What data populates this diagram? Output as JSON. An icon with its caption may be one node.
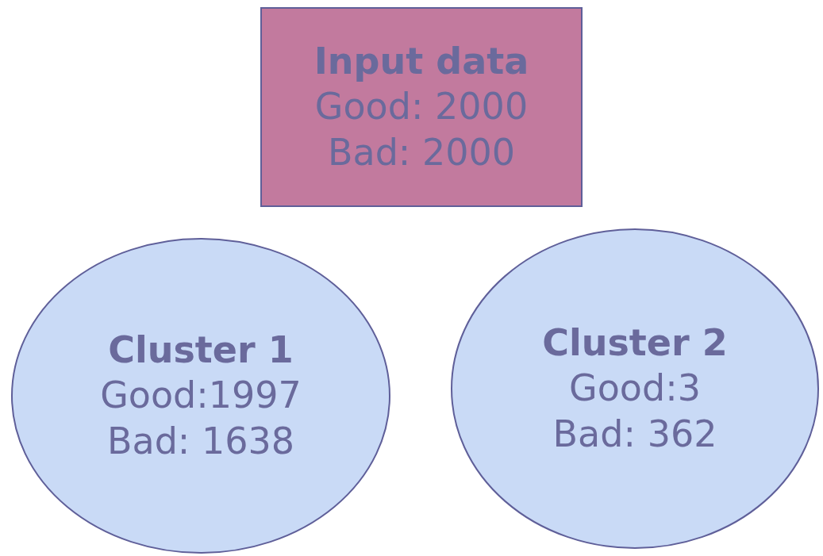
{
  "diagram": {
    "nodes": [
      {
        "text": [
          "Input data",
          "Good: 2000",
          "Bad: 2000"
        ]
      },
      {
        "text": [
          "Cluster 1",
          "Good:1997",
          "Bad: 1638"
        ]
      },
      {
        "text": [
          "Cluster 2",
          "Good:3",
          "Bad: 362"
        ]
      }
    ]
  }
}
